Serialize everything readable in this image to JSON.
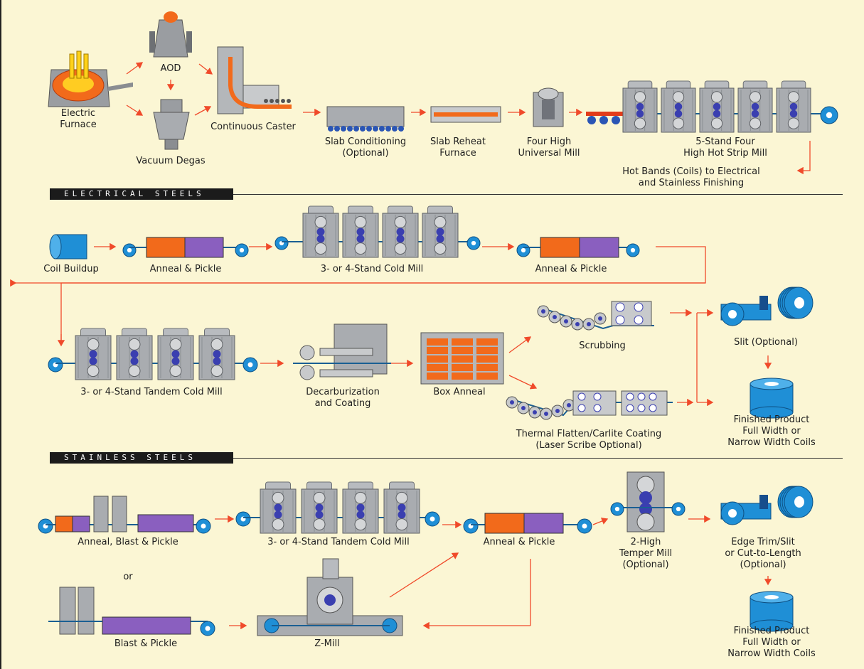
{
  "colors": {
    "background": "#fbf6d4",
    "machine_gray": "#a9acb0",
    "blue": "#1f8fd6",
    "orange": "#f26a1b",
    "purple": "#8a5fbf",
    "arrow": "#f04a2a"
  },
  "labels": {
    "electric_furnace": [
      "Electric",
      "Furnace"
    ],
    "aod": [
      "AOD"
    ],
    "vacuum_degas": [
      "Vacuum Degas"
    ],
    "continuous_caster": [
      "Continuous Caster"
    ],
    "slab_conditioning": [
      "Slab Conditioning",
      "(Optional)"
    ],
    "slab_reheat": [
      "Slab Reheat",
      "Furnace"
    ],
    "four_high": [
      "Four High",
      "Universal Mill"
    ],
    "hot_strip": [
      "5-Stand Four",
      "High Hot Strip Mill"
    ],
    "hot_bands": [
      "Hot Bands (Coils) to Electrical",
      "and Stainless Finishing"
    ],
    "coil_buildup": [
      "Coil Buildup"
    ],
    "anneal_pickle_1": [
      "Anneal & Pickle"
    ],
    "cold_mill_1": [
      "3- or 4-Stand Cold Mill"
    ],
    "anneal_pickle_2": [
      "Anneal & Pickle"
    ],
    "tandem_cold_mill_e": [
      "3- or 4-Stand Tandem Cold Mill"
    ],
    "decarb": [
      "Decarburization",
      "and Coating"
    ],
    "box_anneal": [
      "Box Anneal"
    ],
    "scrubbing": [
      "Scrubbing"
    ],
    "thermal_flatten": [
      "Thermal Flatten/Carlite Coating",
      "(Laser Scribe Optional)"
    ],
    "slit": [
      "Slit (Optional)"
    ],
    "finished_e": [
      "Finished Product",
      "Full Width or",
      "Narrow Width Coils"
    ],
    "anneal_blast_pickle": [
      "Anneal, Blast & Pickle"
    ],
    "tandem_cold_mill_s": [
      "3- or 4-Stand Tandem Cold Mill"
    ],
    "anneal_pickle_3": [
      "Anneal & Pickle"
    ],
    "temper_mill": [
      "2-High",
      "Temper Mill",
      "(Optional)"
    ],
    "edge_trim": [
      "Edge Trim/Slit",
      "or Cut-to-Length",
      "(Optional)"
    ],
    "or_text": [
      "or"
    ],
    "blast_pickle": [
      "Blast & Pickle"
    ],
    "zmill": [
      "Z-Mill"
    ],
    "finished_s": [
      "Finished Product",
      "Full Width or",
      "Narrow Width Coils"
    ]
  },
  "sections": {
    "electrical": "ELECTRICAL STEELS",
    "stainless": "STAINLESS STEELS"
  }
}
